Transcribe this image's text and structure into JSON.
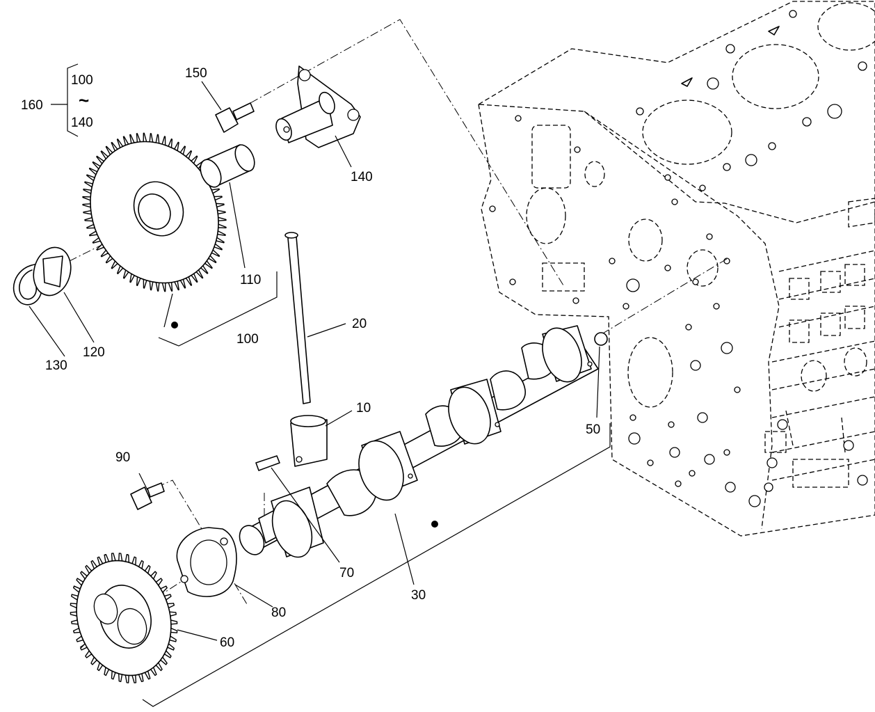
{
  "callouts": {
    "c160": "160",
    "c100_top": "100",
    "tilde": "~",
    "c140_top": "140",
    "c150": "150",
    "c140": "140",
    "c110": "110",
    "c100": "100",
    "c130": "130",
    "c120": "120",
    "c20": "20",
    "c10": "10",
    "c50": "50",
    "c90": "90",
    "c70": "70",
    "c30": "30",
    "c80": "80",
    "c60": "60"
  }
}
